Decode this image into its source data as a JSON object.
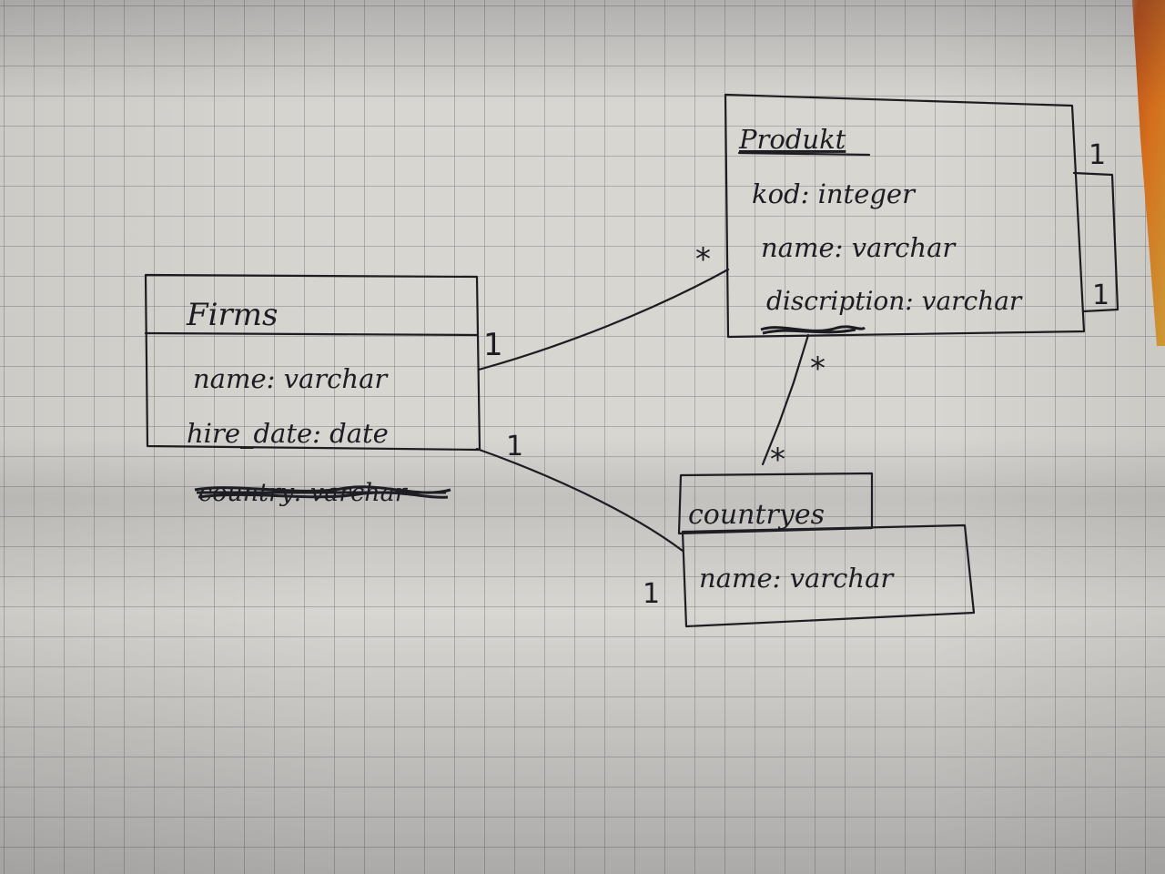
{
  "entities": {
    "firms": {
      "title": "Firms",
      "attributes": [
        "name: varchar",
        "hire_date: date"
      ],
      "struck": "country: varchar"
    },
    "product": {
      "title": "Produkt",
      "attributes": [
        "kod: integer",
        "name: varchar",
        "discription: varchar"
      ]
    },
    "countries": {
      "title": "countryes",
      "attributes": [
        "name: varchar"
      ]
    }
  },
  "multiplicities": {
    "firms_product_firm": "1",
    "firms_product_product": "*",
    "firms_countries_firm": "1",
    "firms_countries_country": "1",
    "product_countries_product": "*",
    "product_countries_country": "*",
    "product_self_top": "1",
    "product_self_bottom": "1"
  },
  "colors": {
    "ink": "#1c1c22",
    "paper": "#d8d6d1",
    "grid": "#78787d"
  }
}
